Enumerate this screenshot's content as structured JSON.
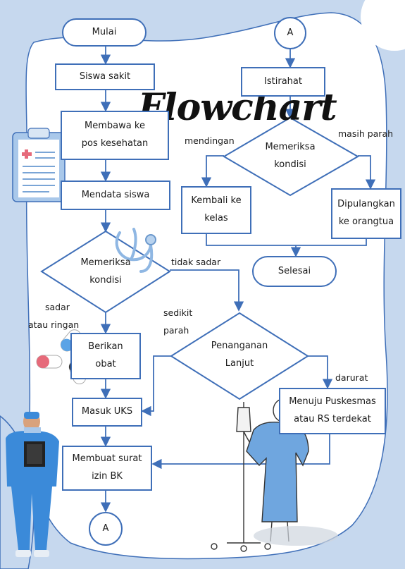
{
  "title": "Flowchart",
  "colors": {
    "page_bg": "#ffffff",
    "blob": "#c6d8ee",
    "line": "#3f6fb8",
    "doctor_scrubs": "#3b8ad9",
    "gown": "#6fa6df"
  },
  "nodes": {
    "mulai": "Mulai",
    "siswa_sakit": "Siswa sakit",
    "membawa_1": "Membawa ke",
    "membawa_2": "pos kesehatan",
    "mendata": "Mendata siswa",
    "memeriksa_1_a": "Memeriksa",
    "memeriksa_1_b": "kondisi",
    "berikan_1": "Berikan",
    "berikan_2": "obat",
    "masuk_uks": "Masuk UKS",
    "penanganan_1": "Penanganan",
    "penanganan_2": "Lanjut",
    "menuju_1": "Menuju Puskesmas",
    "menuju_2": "atau RS terdekat",
    "surat_1": "Membuat surat",
    "surat_2": "izin BK",
    "connector_bottom": "A",
    "connector_top": "A",
    "istirahat": "Istirahat",
    "memeriksa_2_a": "Memeriksa",
    "memeriksa_2_b": "kondisi",
    "kembali_1": "Kembali ke",
    "kembali_2": "kelas",
    "dipulangkan_1": "Dipulangkan",
    "dipulangkan_2": "ke orangtua",
    "selesai": "Selesai"
  },
  "edge_labels": {
    "tidak_sadar": "tidak sadar",
    "sadar_1": "sadar",
    "sadar_2": "atau ringan",
    "sedikit_1": "sedikit",
    "sedikit_2": "parah",
    "darurat": "darurat",
    "mendingan": "mendingan",
    "masih_parah": "masih parah"
  },
  "illustrations": [
    "clipboard-icon",
    "stethoscope-icon",
    "pills-icon",
    "doctor-illustration",
    "patient-with-iv-illustration"
  ]
}
